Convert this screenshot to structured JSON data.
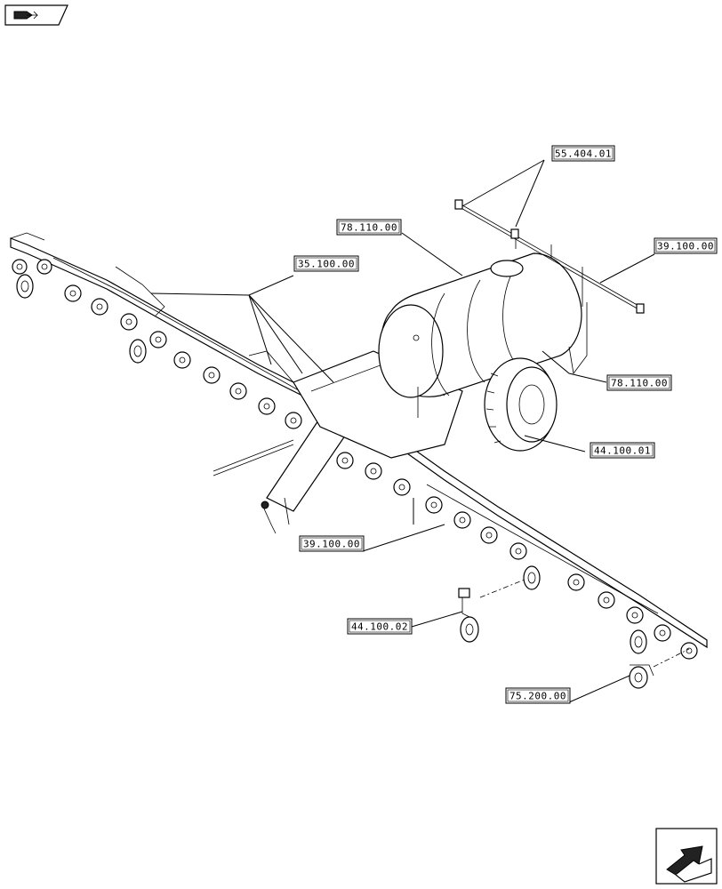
{
  "callouts": [
    {
      "id": "c1",
      "label": "55.404.01"
    },
    {
      "id": "c2",
      "label": "39.100.00"
    },
    {
      "id": "c3",
      "label": "78.110.00"
    },
    {
      "id": "c4",
      "label": "35.100.00"
    },
    {
      "id": "c5",
      "label": "78.110.00"
    },
    {
      "id": "c6",
      "label": "44.100.01"
    },
    {
      "id": "c7",
      "label": "39.100.00"
    },
    {
      "id": "c8",
      "label": "44.100.02"
    },
    {
      "id": "c9",
      "label": "75.200.00"
    }
  ],
  "icons": {
    "top_left": "book-navigation-icon",
    "bottom_right": "next-page-arrow-icon"
  }
}
